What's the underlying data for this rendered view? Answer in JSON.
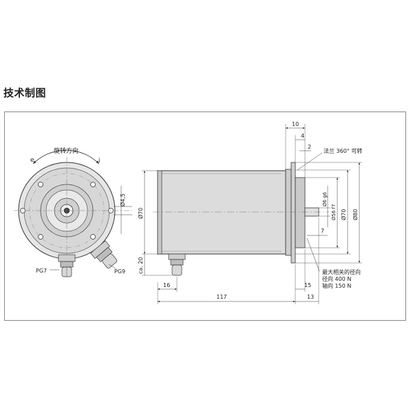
{
  "page": {
    "title": "技术制图"
  },
  "front_view": {
    "rotation_label": "旋转方向",
    "e_label": "e",
    "i_label": "i",
    "hole_dim": "Ø4,5",
    "pg7_label": "PG7",
    "pg9_label": "PG9"
  },
  "side_view": {
    "dims": {
      "d10": "10",
      "d4": "4",
      "d2": "2",
      "flange_note": "法兰 360° 可转",
      "shaft_dia": "Ø6 g6",
      "spigot_dia": "Ø56 f7",
      "d7": "7",
      "bolt_dia": "Ø70",
      "flange_dia": "Ø80",
      "body_dia": "Ø70",
      "ca20": "ca. 20",
      "d16": "16",
      "d117": "117",
      "d15": "15",
      "d13": "13"
    },
    "load_note": {
      "line1": "最大相关的径向",
      "line2": "径向 400 N",
      "line3": "轴向 150 N"
    }
  }
}
